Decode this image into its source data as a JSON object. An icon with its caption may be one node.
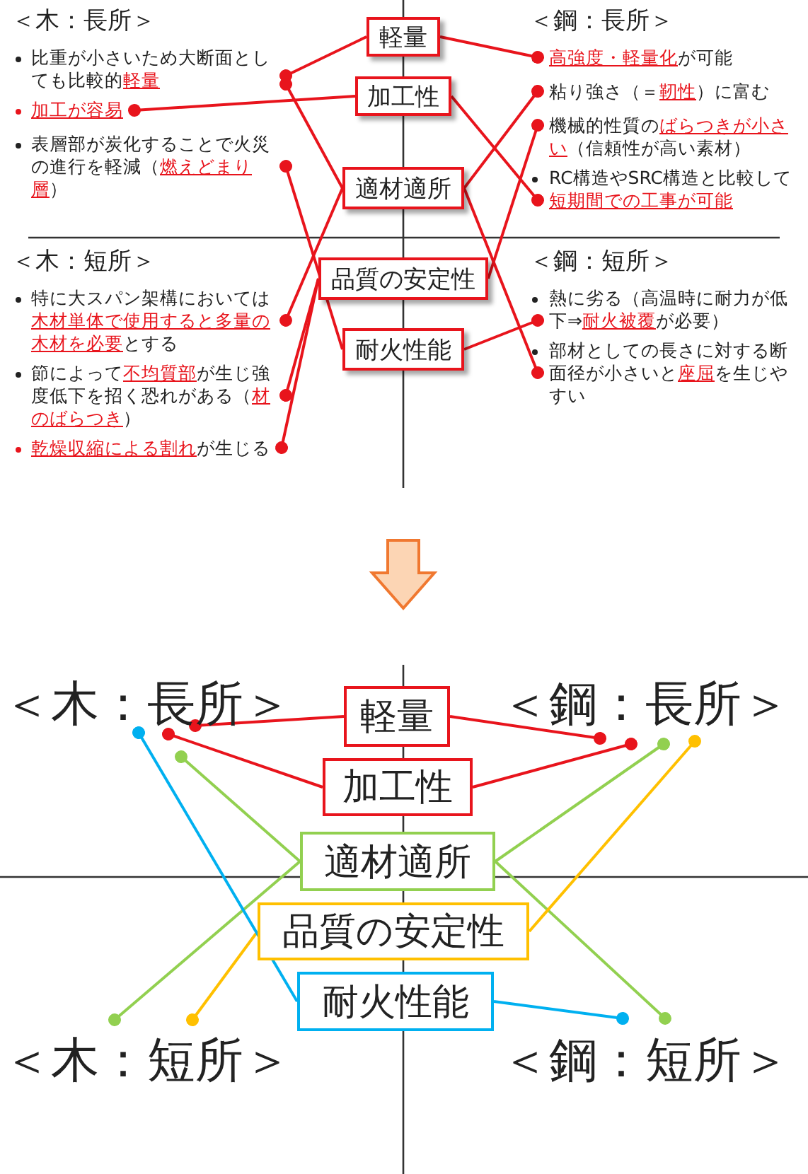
{
  "diagram": {
    "nodes": [
      {
        "text": [
          "比重が小さいため大断面としても比較的**軽量**"
        ]
      },
      {
        "text": [
          "加工が容易"
        ]
      },
      {
        "text": [
          "表層部が炭化することで火災の進行を軽減（**燃えどまり層**）"
        ]
      },
      {
        "text": [
          "**高強度・軽量化**が可能"
        ]
      },
      {
        "text": [
          "粘り強さ（＝**靭性**）に富む"
        ]
      },
      {
        "text": [
          "機械的性質の**ばらつきが小さい**（信頼性が高い素材）"
        ]
      },
      {
        "text": [
          "RC構造やSRC構造と比較して**短期間での工事が可能**"
        ]
      },
      {
        "text": [
          "特に大スパン架構においては**木材単体で使用すると多量の木材を必要**とする"
        ]
      },
      {
        "text": [
          "節によって**不均質部**が生じ強度低下を招く恐れがある（**材のばらつき**）"
        ]
      },
      {
        "text": [
          "**乾燥収縮による割れ**が生じる"
        ]
      },
      {
        "text": [
          "熱に劣る（高温時に耐力が低下⇒**耐火被覆**が必要）"
        ]
      },
      {
        "text": [
          "部材としての長さに対する断面径が小さいと**座屈**を生じやすい"
        ]
      },
      {
        "text": [
          "軽量"
        ]
      },
      {
        "text": [
          "加工性"
        ]
      },
      {
        "text": [
          "適材適所"
        ]
      },
      {
        "text": [
          "品質の安定性"
        ]
      },
      {
        "text": [
          "耐火性能"
        ]
      },
      {
        "text": [
          "＜木：長所＞"
        ]
      },
      {
        "text": [
          "＜鋼：長所＞"
        ]
      },
      {
        "text": [
          "軽量"
        ]
      },
      {
        "text": [
          "加工性"
        ]
      },
      {
        "text": [
          "適材適所"
        ]
      },
      {
        "text": [
          "品質の安定性"
        ]
      },
      {
        "text": [
          "耐火性能"
        ]
      },
      {
        "text": [
          "＜木：短所＞"
        ]
      },
      {
        "text": [
          "＜鋼：短所＞"
        ]
      }
    ],
    "edges": [
      {
        "from": 12,
        "to": 0,
        "arrow": "other"
      },
      {
        "from": 12,
        "to": 3,
        "arrow": "other"
      },
      {
        "from": 13,
        "to": 1,
        "arrow": "other"
      },
      {
        "from": 13,
        "to": 6,
        "arrow": "other"
      },
      {
        "from": 14,
        "to": 0,
        "arrow": "other"
      },
      {
        "from": 14,
        "to": 4,
        "arrow": "other"
      },
      {
        "from": 14,
        "to": 7,
        "arrow": "other"
      },
      {
        "from": 14,
        "to": 11,
        "arrow": "other"
      },
      {
        "from": 15,
        "to": 5,
        "arrow": "other"
      },
      {
        "from": 15,
        "to": 8,
        "arrow": "other"
      },
      {
        "from": 15,
        "to": 9,
        "arrow": "other"
      },
      {
        "from": 16,
        "to": 2,
        "arrow": "other"
      },
      {
        "from": 16,
        "to": 10,
        "arrow": "other"
      },
      {
        "from": 19,
        "to": 17,
        "arrow": "other"
      },
      {
        "from": 19,
        "to": 18,
        "arrow": "other"
      },
      {
        "from": 20,
        "to": 17,
        "arrow": "other"
      },
      {
        "from": 20,
        "to": 18,
        "arrow": "other"
      },
      {
        "from": 21,
        "to": 17,
        "arrow": "other",
        "color": "#92d050"
      },
      {
        "from": 21,
        "to": 18,
        "arrow": "other",
        "color": "#92d050"
      },
      {
        "from": 21,
        "to": 24,
        "arrow": "other",
        "color": "#92d050"
      },
      {
        "from": 21,
        "to": 25,
        "arrow": "other",
        "color": "#92d050"
      },
      {
        "from": 22,
        "to": 18,
        "arrow": "other",
        "color": "#ffc000"
      },
      {
        "from": 22,
        "to": 24,
        "arrow": "other",
        "color": "#ffc000"
      },
      {
        "from": 23,
        "to": 17,
        "arrow": "other",
        "color": "#00b0f0"
      },
      {
        "from": 23,
        "to": 25,
        "arrow": "other",
        "color": "#00b0f0"
      }
    ],
    "labels": [
      "＜木：長所＞",
      "＜鋼：長所＞",
      "＜木：短所＞",
      "＜鋼：短所＞"
    ]
  }
}
